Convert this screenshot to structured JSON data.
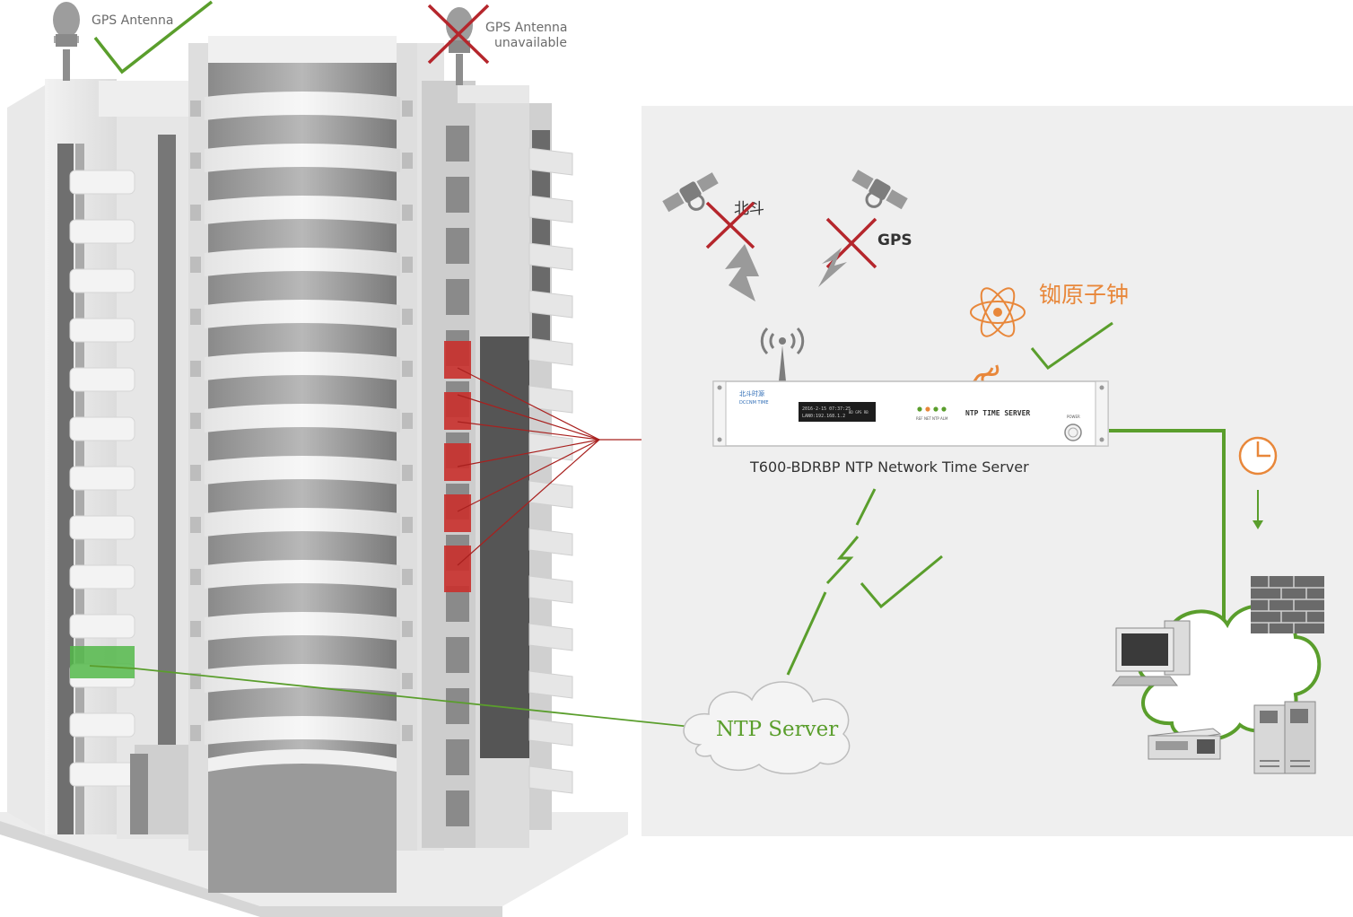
{
  "labels": {
    "gps_antenna": "GPS Antenna",
    "gps_antenna_unavailable_line1": "GPS Antenna",
    "gps_antenna_unavailable_line2": "unavailable",
    "beidou": "北斗",
    "gps": "GPS",
    "rubidium_clock": "铷原子钟",
    "device_caption": "T600-BDRBP NTP Network Time Server",
    "ntp_server_cloud": "NTP Server"
  },
  "device_panel": {
    "brand_line1": "北斗时源",
    "brand_line2": "DCCNM TIME",
    "lcd_line1": "2016-2-15  07:37:25",
    "lcd_line2": "LAN0:192.168.1.2",
    "lcd_right": "BD GPS RB",
    "leds": [
      "REF",
      "NET",
      "NTP",
      "ALM"
    ],
    "title": "NTP TIME SERVER",
    "power": "POWER"
  },
  "colors": {
    "ok_green": "#5a9e2c",
    "fail_red": "#b5262c",
    "rubidium_orange": "#e8873a",
    "panel_gray": "#efefef",
    "link_red": "#a8201e",
    "highlight_green": "#53b94a",
    "highlight_red": "#c9302c"
  },
  "icons": [
    "gps-antenna-icon",
    "satellite-icon",
    "atom-icon",
    "clock-icon",
    "computer-icon",
    "firewall-icon",
    "switch-icon",
    "server-icon",
    "cloud-icon",
    "check-icon",
    "cross-icon",
    "lightning-icon",
    "wifi-tower-icon"
  ]
}
